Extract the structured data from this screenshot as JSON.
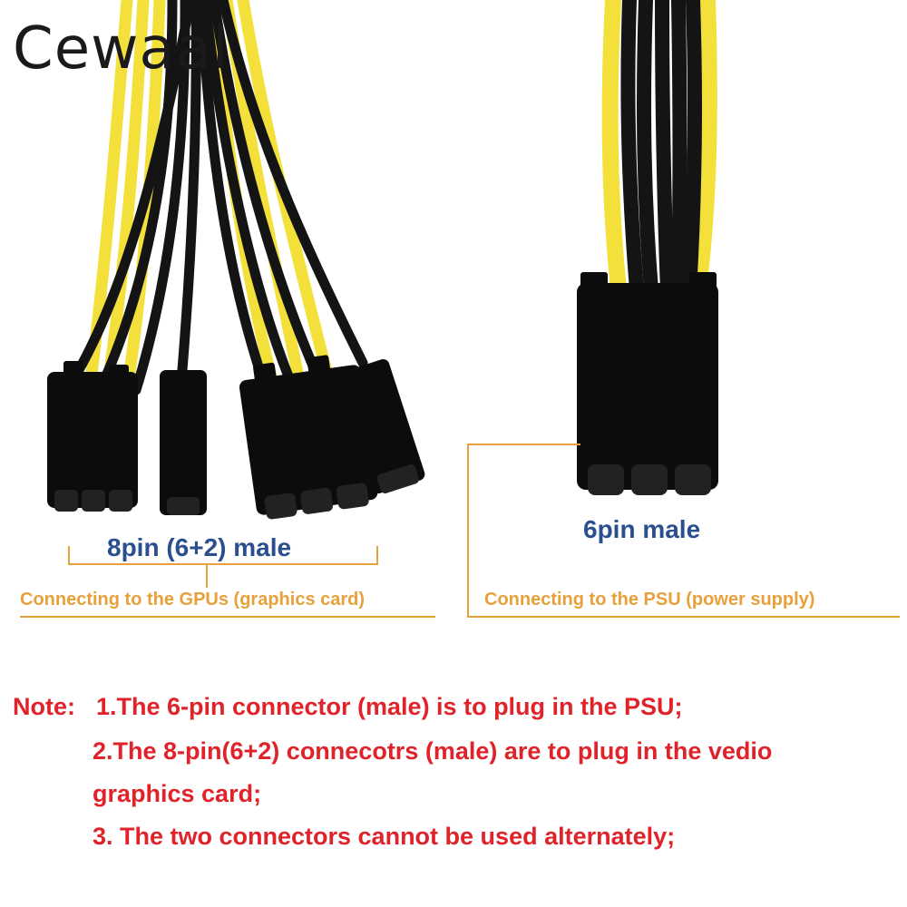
{
  "brand": {
    "logo_text": "Cewaal"
  },
  "labels": {
    "gpu_connector": "8pin (6+2) male",
    "gpu_caption": "Connecting to the GPUs (graphics card)",
    "psu_connector": "6pin male",
    "psu_caption": "Connecting to the PSU (power supply)"
  },
  "note": {
    "prefix": "Note:",
    "line1": "1.The 6-pin connector (male) is to plug in the PSU;",
    "line2": "2.The 8-pin(6+2) connecotrs (male) are to plug in the vedio",
    "line3": "graphics card;",
    "line4": "3. The two connectors cannot be used alternately;"
  },
  "colors": {
    "wire_yellow": "#f4e03a",
    "wire_black": "#141414",
    "connector_black": "#0c0c0c",
    "label_blue": "#2a4f8f",
    "label_orange": "#e8a13a",
    "note_red": "#e0232a"
  }
}
